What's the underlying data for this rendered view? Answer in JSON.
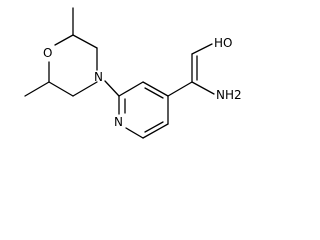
{
  "molecule": {
    "atoms": {
      "morpholine_oxygen": "O",
      "morpholine_nitrogen": "N",
      "pyridine_nitrogen": "N",
      "oxime_hydroxyl": "HO",
      "amidine_amine": "NH2"
    }
  },
  "colors": {
    "bond": "#000000",
    "label": "#000000",
    "background": "#ffffff"
  }
}
